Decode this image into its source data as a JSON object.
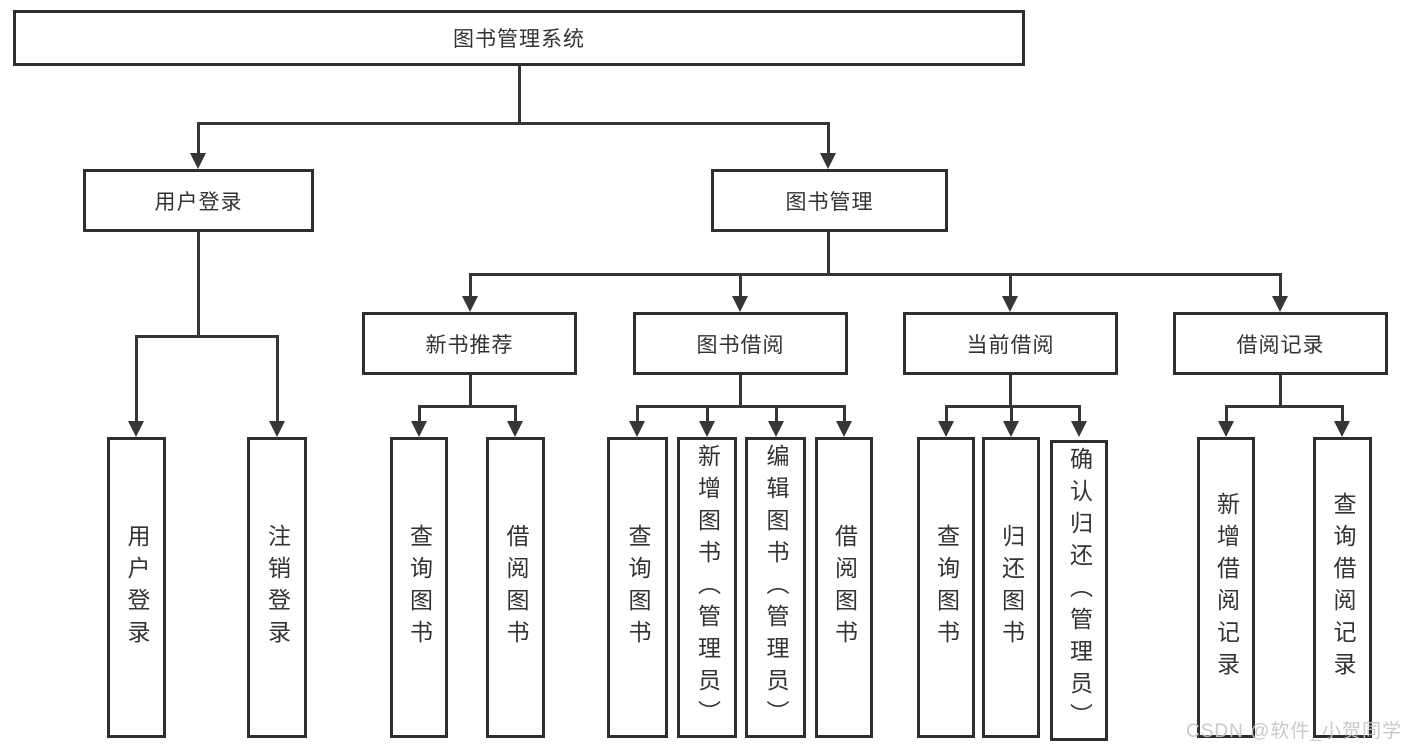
{
  "nodes": {
    "root": "图书管理系统",
    "user_login": "用户登录",
    "book_mgmt": "图书管理",
    "new_book_rec": "新书推荐",
    "book_borrow": "图书借阅",
    "current_borrow": "当前借阅",
    "borrow_records": "借阅记录",
    "leaf_user_login": "用户登录",
    "leaf_logout": "注销登录",
    "rec_query_book": "查询图书",
    "rec_borrow_book": "借阅图书",
    "bb_query_book": "查询图书",
    "bb_add_book": "新增图书（管理员）",
    "bb_edit_book": "编辑图书（管理员）",
    "bb_borrow_book": "借阅图书",
    "cb_query_book": "查询图书",
    "cb_return_book": "归还图书",
    "cb_confirm_return": "确认归还（管理员）",
    "br_add_record": "新增借阅记录",
    "br_query_record": "查询借阅记录"
  },
  "watermark": "CSDN @软件_小贺同学",
  "colors": {
    "line": "#363636",
    "border": "#2e2e2e",
    "text": "#333333",
    "watermark_text": "#cbc5c5",
    "background": "#ffffff"
  }
}
